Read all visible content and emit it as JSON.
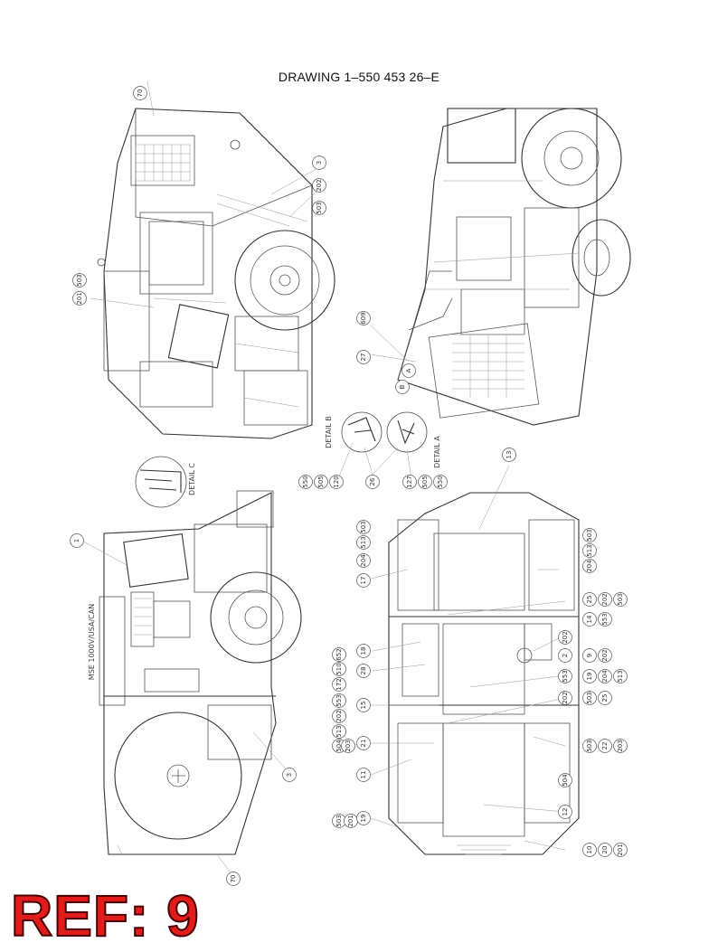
{
  "title": "DRAWING 1–550 453 26–E",
  "reference": "REF: 9",
  "detail_labels": {
    "a": "DETAIL A",
    "b": "DETAIL B",
    "c": "DETAIL C"
  },
  "model_label": "MSE 1000V/USA/CAN",
  "callouts": {
    "v1": [
      "70",
      "3",
      "202",
      "503",
      "201",
      "503"
    ],
    "v2": [
      "609",
      "27",
      "A",
      "B"
    ],
    "details": [
      "550",
      "505",
      "120",
      "26",
      "127",
      "505",
      "550"
    ],
    "v3": [
      "1",
      "3",
      "70"
    ],
    "v4_left": [
      "503",
      "513",
      "204",
      "17",
      "18",
      "652",
      "510",
      "172",
      "28",
      "553",
      "202",
      "513",
      "15",
      "504",
      "203",
      "21",
      "11",
      "503",
      "201",
      "19"
    ],
    "v4_right": [
      "13",
      "503",
      "513",
      "204",
      "25",
      "202",
      "503",
      "14",
      "553",
      "202",
      "2",
      "9",
      "202",
      "553",
      "19",
      "204",
      "513",
      "503",
      "25",
      "202",
      "503",
      "22",
      "203",
      "504",
      "12",
      "10",
      "20",
      "201",
      "503"
    ]
  }
}
